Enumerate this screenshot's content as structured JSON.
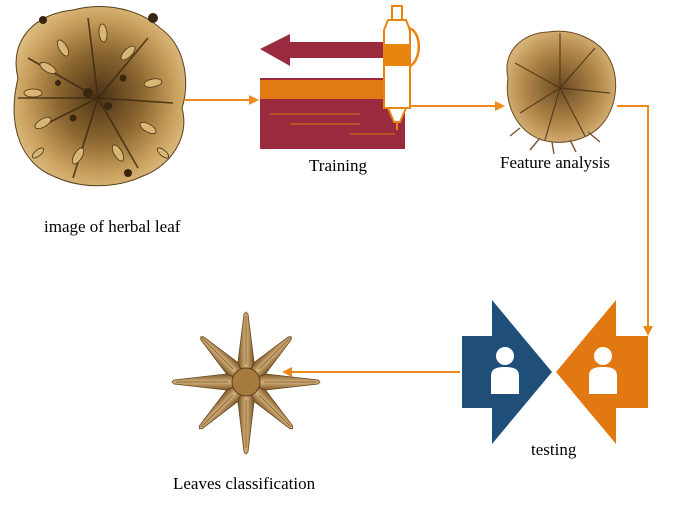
{
  "labels": {
    "input_image": "image of herbal leaf",
    "training": "Training",
    "feature_analysis": "Feature analysis",
    "testing": "testing",
    "classification": "Leaves classification"
  },
  "colors": {
    "arrow_orange": "#ED8A1E",
    "card_maroon": "#9A2A3E",
    "card_orange": "#E07A12",
    "pen_orange": "#E8840F",
    "testing_blue": "#1F4E79",
    "testing_orange": "#E27812",
    "leaf_light": "#C9A05E",
    "leaf_dark": "#5A3E1C"
  },
  "icons": {
    "input_image": "leaf-cluster-icon",
    "training": "pen-and-card-icon",
    "feature_analysis": "leaf-cluster-icon",
    "testing": "two-persons-icon",
    "classification": "star-leaf-icon"
  }
}
